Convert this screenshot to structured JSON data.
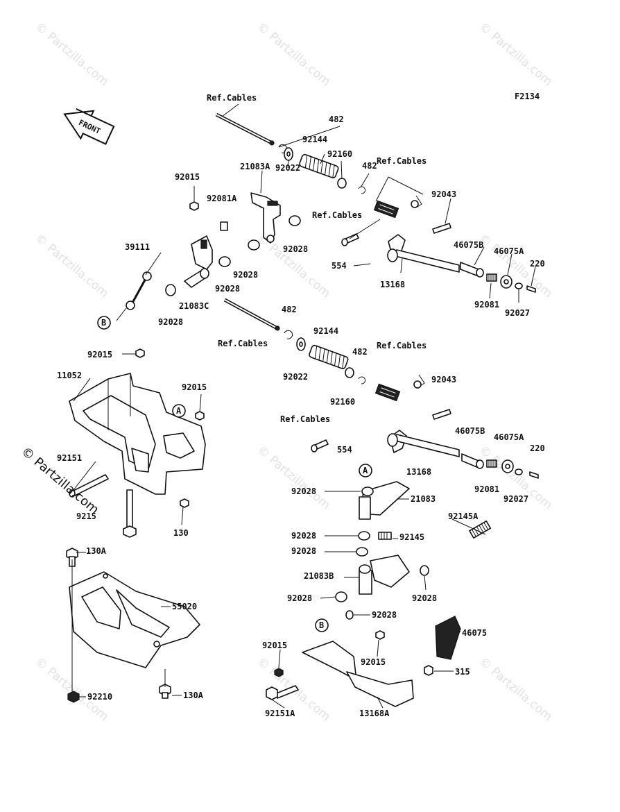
{
  "diagram_code": "F2134",
  "front_label": "FRONT",
  "watermark_text": "© Partzilla.com",
  "labels": {
    "ref_cables": "Ref.Cables",
    "p482": "482",
    "p92144": "92144",
    "p92160": "92160",
    "p92022": "92022",
    "p21083A": "21083A",
    "p92015": "92015",
    "p92081A": "92081A",
    "p92043": "92043",
    "p92028": "92028",
    "p39111": "39111",
    "p21083C": "21083C",
    "p554": "554",
    "p13168": "13168",
    "p46075B": "46075B",
    "p46075A": "46075A",
    "p220": "220",
    "p92081": "92081",
    "p92027": "92027",
    "p11052": "11052",
    "p92151": "92151",
    "p9215x": "9215",
    "p130": "130",
    "p21083": "21083",
    "p92145": "92145",
    "p92145A": "92145A",
    "p21083B": "21083B",
    "p130A": "130A",
    "p55020": "55020",
    "p92210": "92210",
    "p46075": "46075",
    "p315": "315",
    "p92151A": "92151A",
    "p13168A": "13168A",
    "callout_A": "A",
    "callout_B": "B"
  }
}
